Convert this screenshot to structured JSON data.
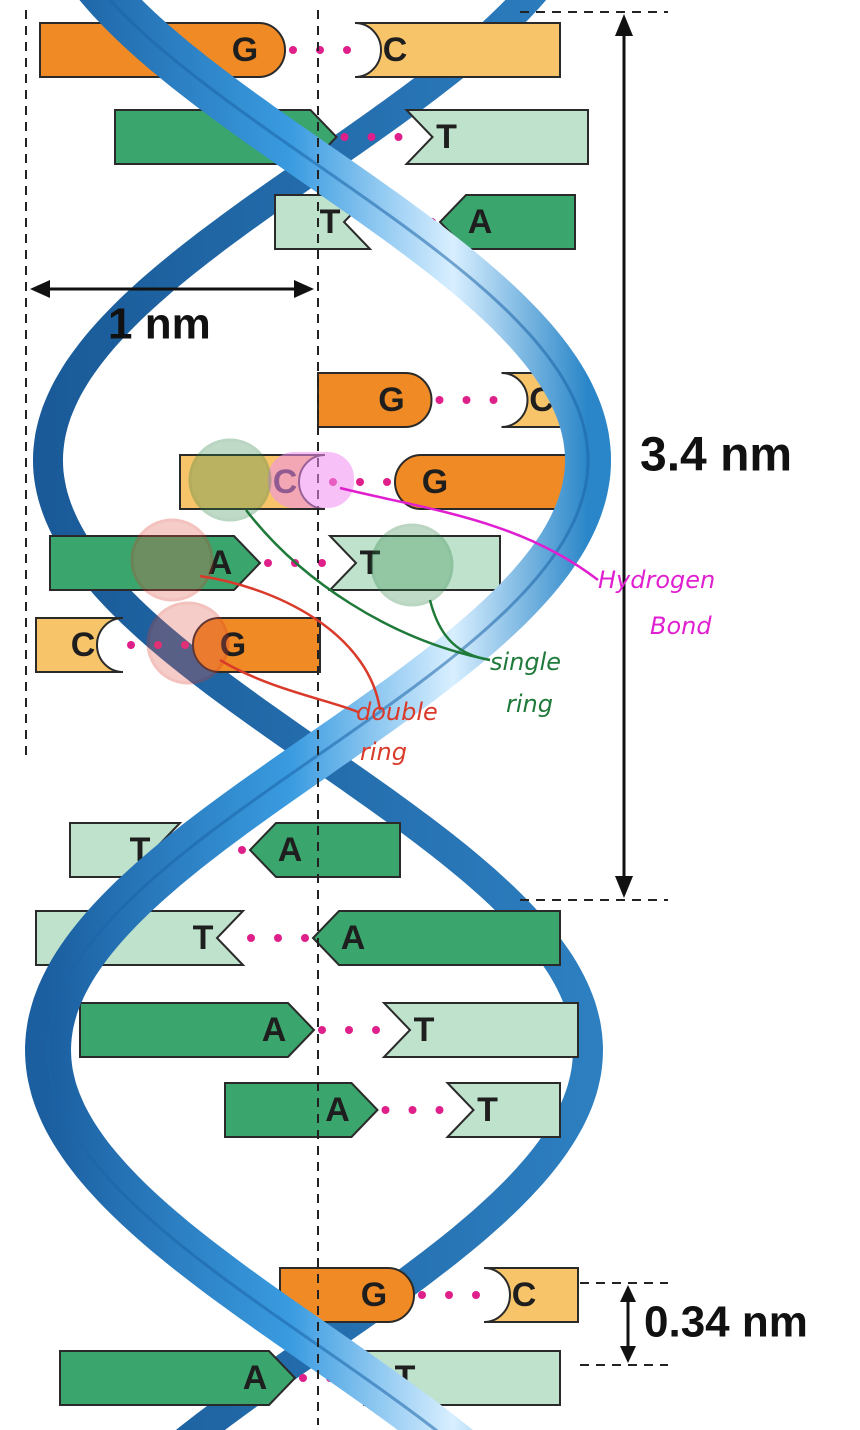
{
  "dimensions": {
    "width_label": "1 nm",
    "turn_label": "3.4 nm",
    "rise_label": "0.34 nm"
  },
  "annotations": {
    "hydrogen_bond": "Hydrogen Bond",
    "single_ring": "single ring",
    "double_ring": "double ring",
    "colors": {
      "hydrogen_bond": "#e020d0",
      "single_ring": "#1f7a3a",
      "double_ring": "#d93a2a"
    }
  },
  "colors": {
    "strand": "#2a86c8",
    "strand_dark": "#1b64a8",
    "G": "#f08a24",
    "C": "#f7c46a",
    "A": "#3aa56c",
    "T": "#bfe2cc",
    "h_bond_dots": "#e0208a"
  },
  "base_pairs": [
    {
      "left": "G",
      "right": "C"
    },
    {
      "left": "A",
      "right": "T"
    },
    {
      "left": "T",
      "right": "A"
    },
    {
      "left": "G",
      "right": "C"
    },
    {
      "left": "C",
      "right": "G"
    },
    {
      "left": "A",
      "right": "T"
    },
    {
      "left": "C",
      "right": "G"
    },
    {
      "left": "T",
      "right": "A"
    },
    {
      "left": "T",
      "right": "A"
    },
    {
      "left": "A",
      "right": "T"
    },
    {
      "left": "A",
      "right": "T"
    },
    {
      "left": "G",
      "right": "C"
    },
    {
      "left": "A",
      "right": "T"
    }
  ]
}
